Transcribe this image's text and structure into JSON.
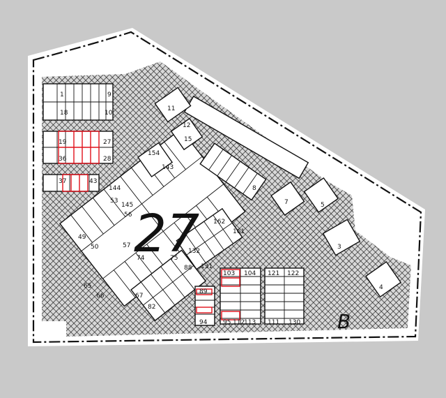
{
  "map": {
    "block_number": "27",
    "corner_mark": "B",
    "colors": {
      "paper": "#ffffff",
      "background": "#c9c9c9",
      "ink": "#111111",
      "highlight": "#e0101a"
    },
    "labels": [
      "1",
      "9",
      "18",
      "10",
      "19",
      "27",
      "36",
      "28",
      "37",
      "43",
      "144",
      "53",
      "145",
      "56",
      "154",
      "143",
      "49",
      "50",
      "57",
      "74",
      "75",
      "65",
      "66",
      "67",
      "82",
      "11",
      "12",
      "15",
      "8",
      "7",
      "5",
      "3",
      "4",
      "162",
      "161",
      "132",
      "88",
      "131",
      "89",
      "94",
      "95",
      "103",
      "104",
      "121",
      "122",
      "113",
      "112",
      "111",
      "130"
    ]
  }
}
